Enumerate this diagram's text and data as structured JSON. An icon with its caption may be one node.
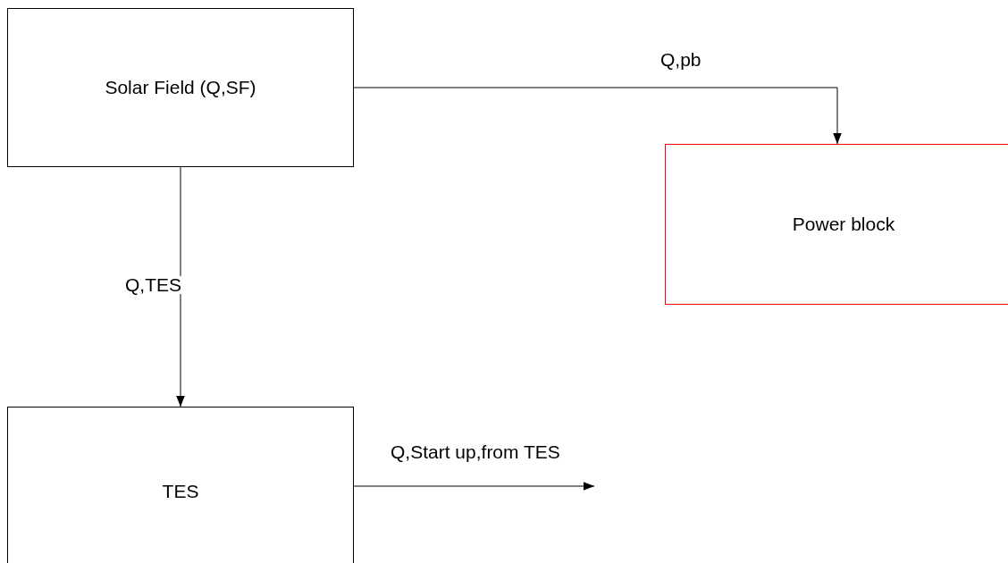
{
  "diagram": {
    "nodes": [
      {
        "text": [
          "Solar Field (Q,SF)"
        ]
      },
      {
        "text": [
          "Power block"
        ]
      },
      {
        "text": [
          "TES"
        ]
      }
    ],
    "edges": [
      {
        "from": 0,
        "to": 1,
        "arrow": "to",
        "label": "Q,pb"
      },
      {
        "from": 0,
        "to": 2,
        "arrow": "to",
        "label": "Q,TES"
      },
      {
        "from": 2,
        "to": null,
        "arrow": "to",
        "label": "Q,Start up,from TES"
      }
    ]
  }
}
